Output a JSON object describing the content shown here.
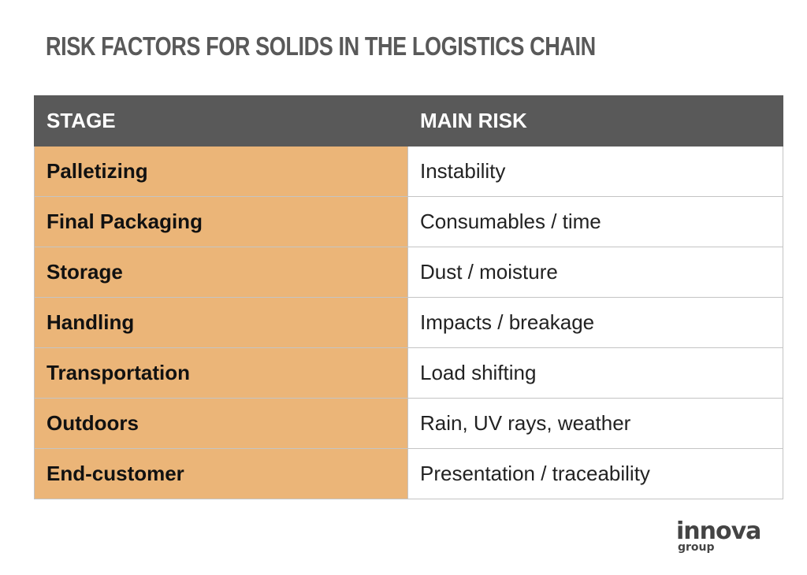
{
  "title": "RISK FACTORS FOR SOLIDS IN THE LOGISTICS CHAIN",
  "table": {
    "headers": {
      "stage": "STAGE",
      "risk": "MAIN RISK"
    },
    "rows": [
      {
        "stage": "Palletizing",
        "risk": "Instability"
      },
      {
        "stage": "Final Packaging",
        "risk": "Consumables / time"
      },
      {
        "stage": "Storage",
        "risk": "Dust / moisture"
      },
      {
        "stage": "Handling",
        "risk": "Impacts / breakage"
      },
      {
        "stage": "Transportation",
        "risk": "Load shifting"
      },
      {
        "stage": "Outdoors",
        "risk": "Rain, UV rays, weather"
      },
      {
        "stage": "End-customer",
        "risk": "Presentation / traceability"
      }
    ]
  },
  "logo": {
    "main": "innova",
    "sub": "group"
  },
  "colors": {
    "header_bg": "#595959",
    "stage_bg": "#ebb578",
    "title": "#595959"
  }
}
